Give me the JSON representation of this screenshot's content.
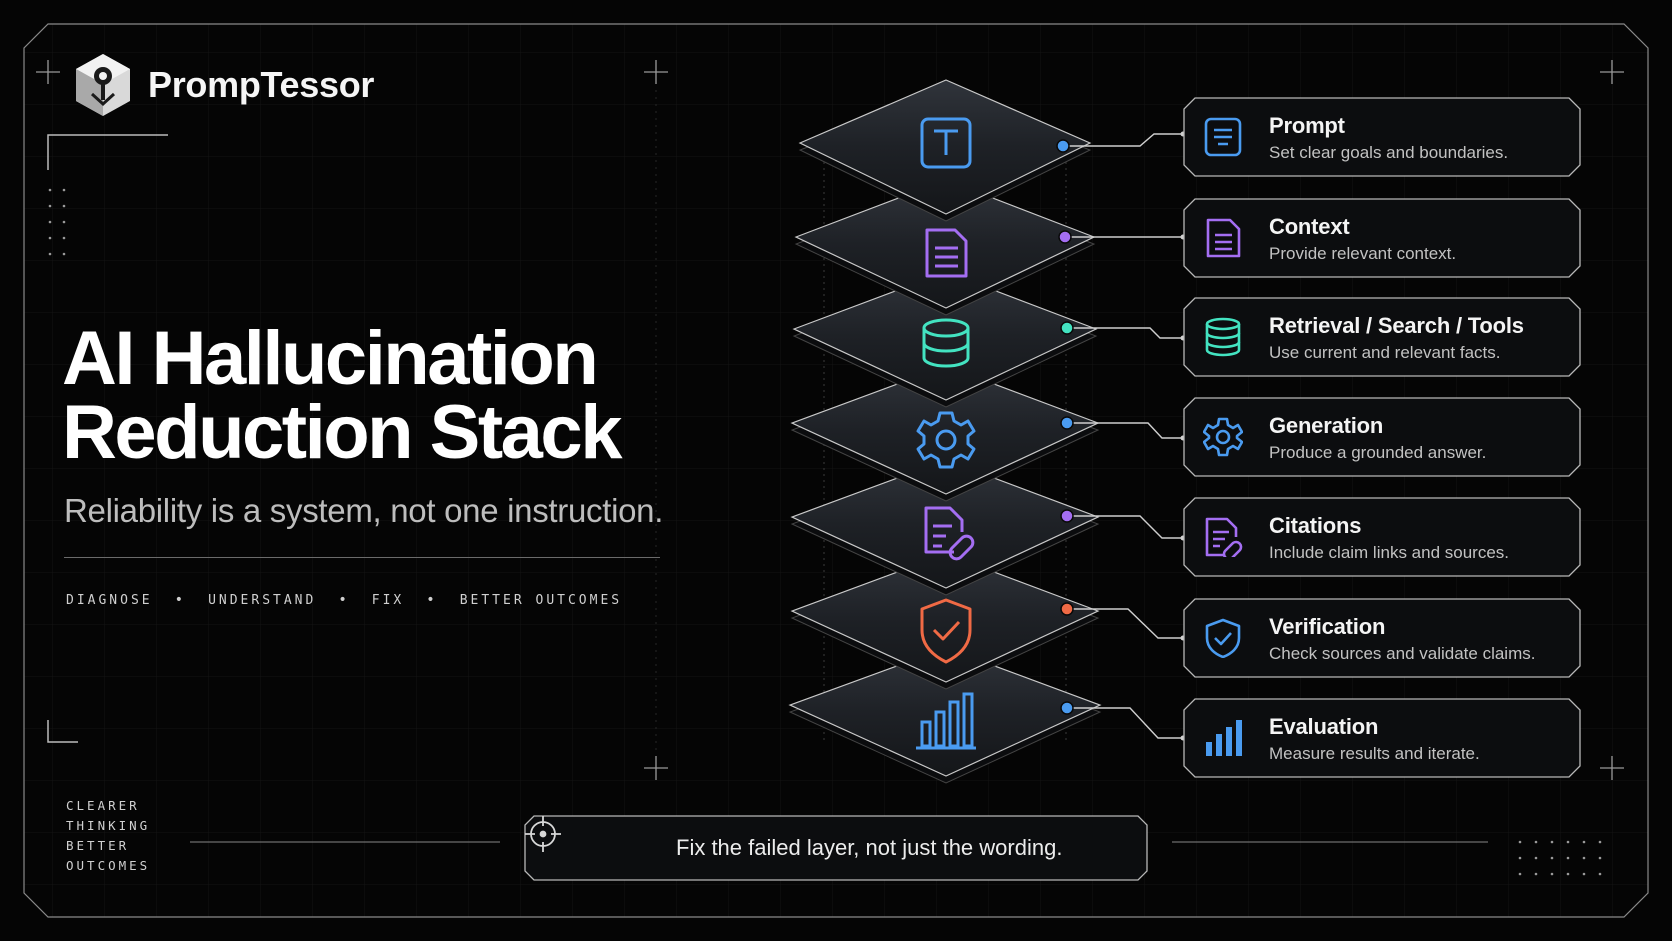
{
  "brand": {
    "name": "PrompTessor"
  },
  "headline": {
    "line1": "AI Hallucination",
    "line2": "Reduction Stack"
  },
  "subtitle": "Reliability is a system, not one instruction.",
  "tags": [
    "DIAGNOSE",
    "UNDERSTAND",
    "FIX",
    "BETTER OUTCOMES"
  ],
  "side_words": [
    "CLEARER",
    "THINKING",
    "BETTER",
    "OUTCOMES"
  ],
  "layers": [
    {
      "title": "Prompt",
      "description": "Set clear goals and boundaries.",
      "icon": "text-box-icon",
      "color": "#4a9bf0"
    },
    {
      "title": "Context",
      "description": "Provide relevant context.",
      "icon": "document-icon",
      "color": "#a46ef2"
    },
    {
      "title": "Retrieval / Search / Tools",
      "description": "Use current and relevant facts.",
      "icon": "database-icon",
      "color": "#43e3c1"
    },
    {
      "title": "Generation",
      "description": "Produce a grounded answer.",
      "icon": "gear-icon",
      "color": "#4a9bf0"
    },
    {
      "title": "Citations",
      "description": "Include claim links and sources.",
      "icon": "document-link-icon",
      "color": "#a46ef2"
    },
    {
      "title": "Verification",
      "description": "Check sources and validate claims.",
      "icon": "shield-check-icon",
      "color": "#f06a45"
    },
    {
      "title": "Evaluation",
      "description": "Measure results and iterate.",
      "icon": "bar-chart-icon",
      "color": "#4a9bf0"
    }
  ],
  "tagline": "Fix the failed layer, not just the wording."
}
